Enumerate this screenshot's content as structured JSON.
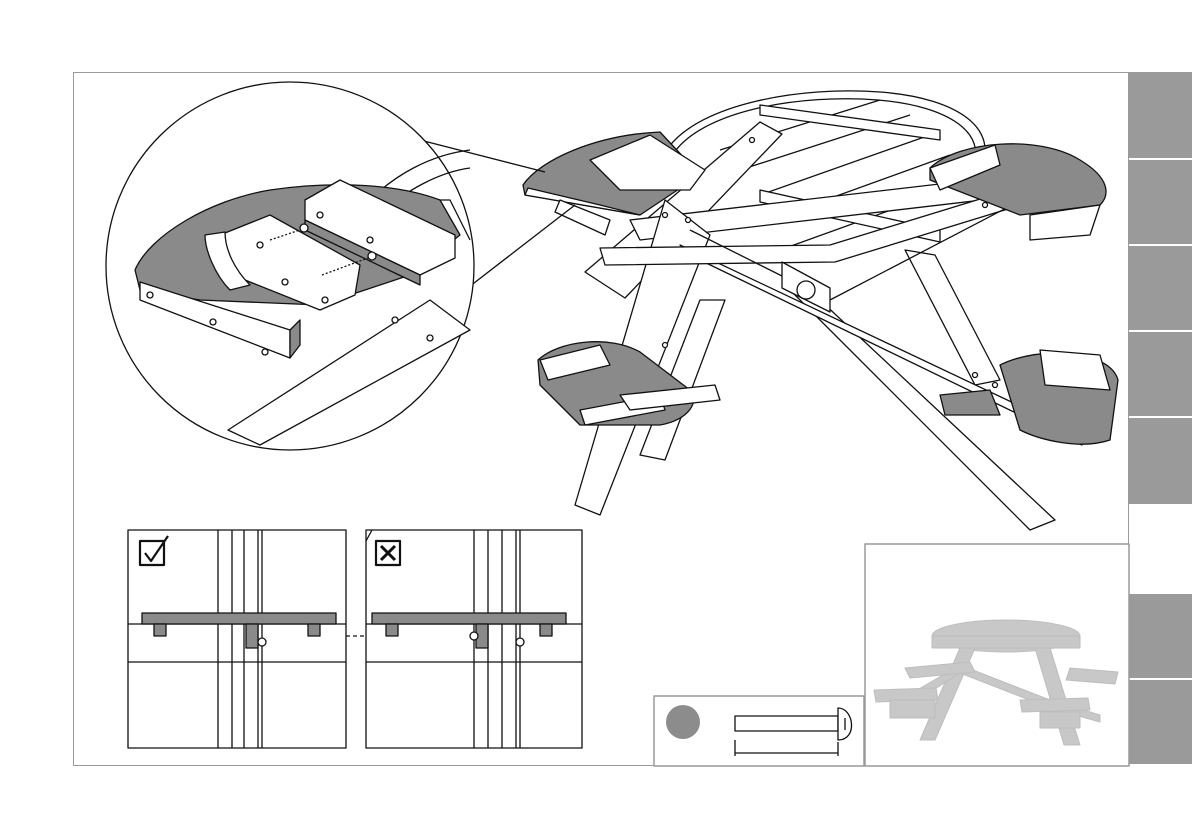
{
  "colors": {
    "frame": "#9a9a9a",
    "tab": "#9a9a9a",
    "seat_fill": "#8a8a8a",
    "line": "#111111",
    "preview": "#c8c8c8",
    "hardware_dot": "#8c8c8c"
  },
  "icons": {
    "correct": "check-box-icon",
    "incorrect": "cross-box-icon",
    "hardware": "round-head-bolt-icon"
  },
  "tabs": [
    {
      "state": "filled"
    },
    {
      "state": "filled"
    },
    {
      "state": "filled"
    },
    {
      "state": "filled"
    },
    {
      "state": "filled"
    },
    {
      "state": "blank"
    },
    {
      "state": "filled"
    },
    {
      "state": "filled"
    }
  ]
}
